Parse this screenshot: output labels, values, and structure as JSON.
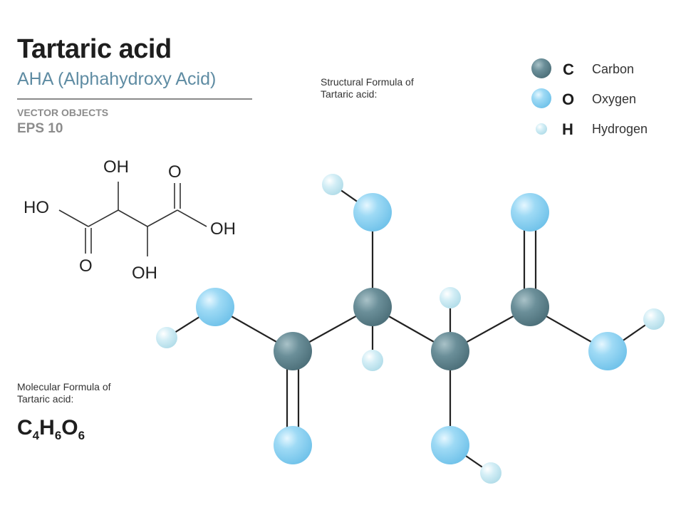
{
  "header": {
    "title": "Tartaric acid",
    "subtitle": "AHA (Alphahydroxy Acid)",
    "vector_objects": "VECTOR OBJECTS",
    "eps": "EPS 10"
  },
  "structural_label": [
    "Structural Formula of",
    "Tartaric acid:"
  ],
  "molecular_label": [
    "Molecular Formula of",
    "Tartaric acid:"
  ],
  "formula": {
    "C": "C",
    "c_count": "4",
    "H": "H",
    "h_count": "6",
    "O": "O",
    "o_count": "6"
  },
  "legend": [
    {
      "symbol": "C",
      "name": "Carbon",
      "color": "#5f8590"
    },
    {
      "symbol": "O",
      "name": "Oxygen",
      "color": "#8fd1f0"
    },
    {
      "symbol": "H",
      "name": "Hydrogen",
      "color": "#c9e9f2"
    }
  ],
  "skeletal": {
    "oh_top": "OH",
    "o_top": "O",
    "ho_left": "HO",
    "oh_right": "OH",
    "o_bottom": "O",
    "oh_bottom": "OH"
  }
}
